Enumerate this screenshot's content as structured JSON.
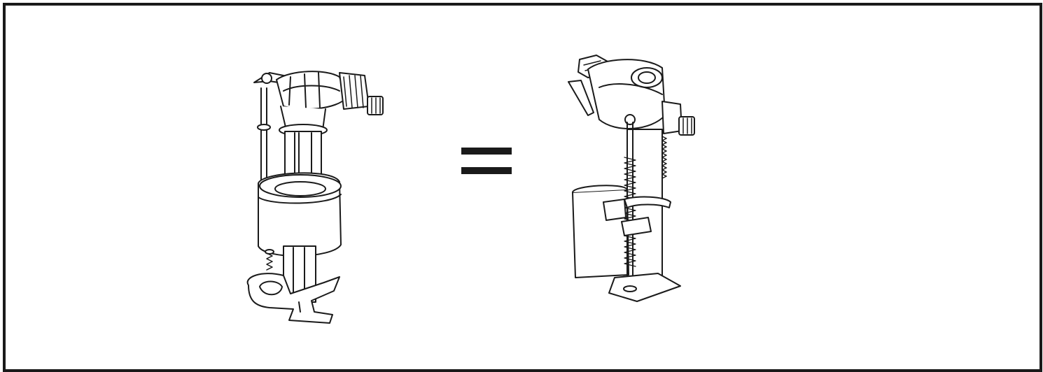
{
  "figure": {
    "items": [
      {
        "kind": "illustration",
        "subject": "fill-valve-left"
      },
      {
        "kind": "symbol",
        "subject": "equals-sign"
      },
      {
        "kind": "illustration",
        "subject": "fill-valve-right"
      }
    ],
    "colors": {
      "stroke": "#1a1a1a",
      "fill": "#ffffff",
      "frame": "#1a1a1a"
    }
  }
}
